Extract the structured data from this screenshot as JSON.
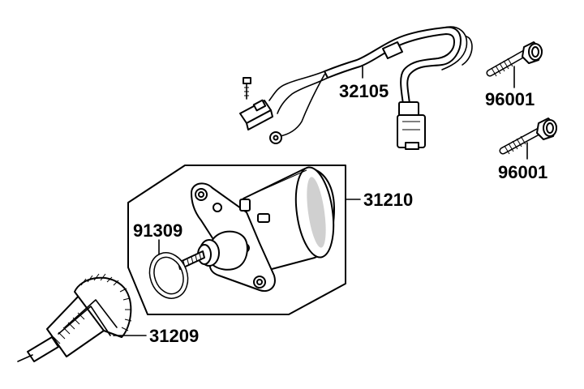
{
  "parts": [
    {
      "id": "harness",
      "label": "32105"
    },
    {
      "id": "bolt_upper",
      "label": "96001"
    },
    {
      "id": "bolt_lower",
      "label": "96001"
    },
    {
      "id": "starter_motor",
      "label": "31210"
    },
    {
      "id": "o_ring",
      "label": "91309"
    },
    {
      "id": "starter_drive",
      "label": "31209"
    }
  ]
}
